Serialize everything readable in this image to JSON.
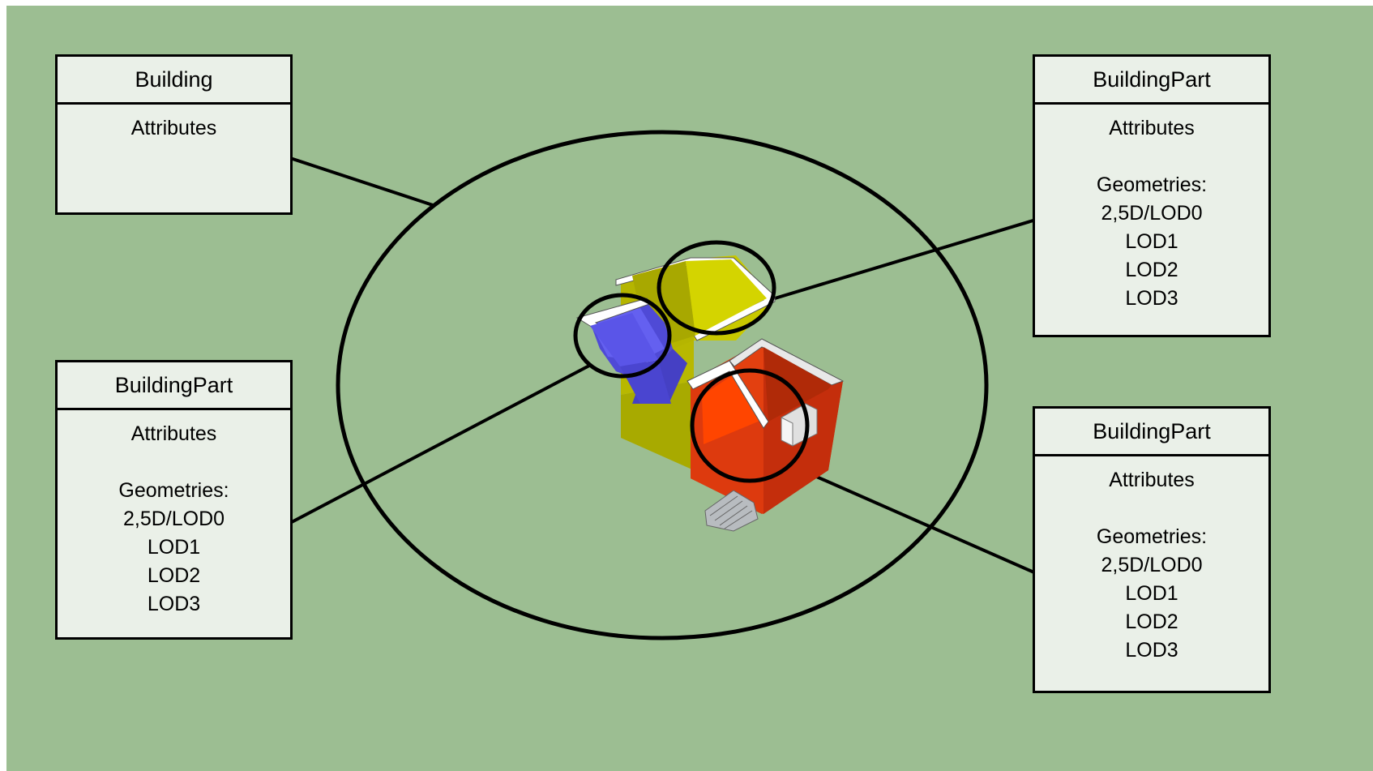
{
  "colors": {
    "background": "#9cbe92",
    "box_fill": "#eaf0e8",
    "outline": "#000000",
    "part_blue": "#5a55e8",
    "part_yellow": "#c8c800",
    "part_red": "#e03a10",
    "roof_edge": "#ffffff",
    "stairs": "#b8bcc0"
  },
  "building": {
    "title": "Building",
    "attributes_label": "Attributes"
  },
  "parts": [
    {
      "title": "BuildingPart",
      "attributes_label": "Attributes",
      "geometries_label": "Geometries:",
      "geometries": [
        "2,5D/LOD0",
        "LOD1",
        "LOD2",
        "LOD3"
      ]
    },
    {
      "title": "BuildingPart",
      "attributes_label": "Attributes",
      "geometries_label": "Geometries:",
      "geometries": [
        "2,5D/LOD0",
        "LOD1",
        "LOD2",
        "LOD3"
      ]
    },
    {
      "title": "BuildingPart",
      "attributes_label": "Attributes",
      "geometries_label": "Geometries:",
      "geometries": [
        "2,5D/LOD0",
        "LOD1",
        "LOD2",
        "LOD3"
      ]
    }
  ]
}
